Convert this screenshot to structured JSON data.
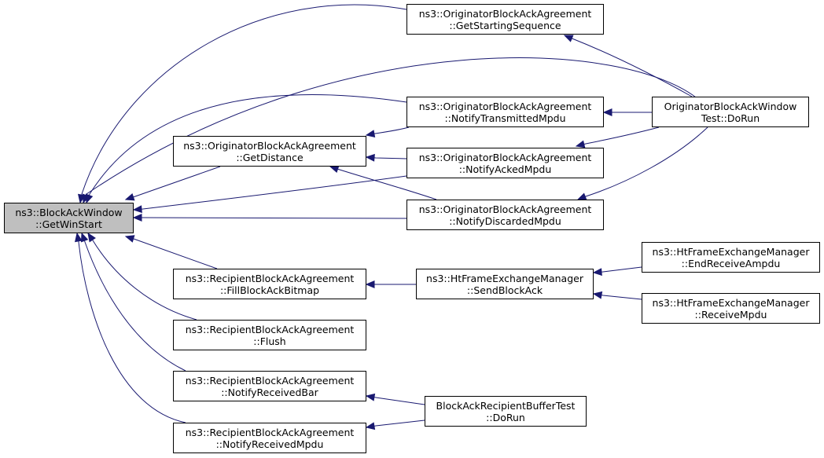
{
  "graph": {
    "nodes": [
      {
        "id": "focus",
        "lines": [
          "ns3::BlockAckWindow",
          "::GetWinStart"
        ],
        "focus": true
      },
      {
        "id": "oba_getstart",
        "lines": [
          "ns3::OriginatorBlockAckAgreement",
          "::GetStartingSequence"
        ]
      },
      {
        "id": "oba_transmitted",
        "lines": [
          "ns3::OriginatorBlockAckAgreement",
          "::NotifyTransmittedMpdu"
        ]
      },
      {
        "id": "oba_getdistance",
        "lines": [
          "ns3::OriginatorBlockAckAgreement",
          "::GetDistance"
        ]
      },
      {
        "id": "oba_acked",
        "lines": [
          "ns3::OriginatorBlockAckAgreement",
          "::NotifyAckedMpdu"
        ]
      },
      {
        "id": "oba_discarded",
        "lines": [
          "ns3::OriginatorBlockAckAgreement",
          "::NotifyDiscardedMpdu"
        ]
      },
      {
        "id": "obaw_test",
        "lines": [
          "OriginatorBlockAckWindow",
          "Test::DoRun"
        ]
      },
      {
        "id": "rba_fill",
        "lines": [
          "ns3::RecipientBlockAckAgreement",
          "::FillBlockAckBitmap"
        ]
      },
      {
        "id": "rba_flush",
        "lines": [
          "ns3::RecipientBlockAckAgreement",
          "::Flush"
        ]
      },
      {
        "id": "rba_bar",
        "lines": [
          "ns3::RecipientBlockAckAgreement",
          "::NotifyReceivedBar"
        ]
      },
      {
        "id": "rba_mpdu",
        "lines": [
          "ns3::RecipientBlockAckAgreement",
          "::NotifyReceivedMpdu"
        ]
      },
      {
        "id": "ht_sendba",
        "lines": [
          "ns3::HtFrameExchangeManager",
          "::SendBlockAck"
        ]
      },
      {
        "id": "ht_endampdu",
        "lines": [
          "ns3::HtFrameExchangeManager",
          "::EndReceiveAmpdu"
        ]
      },
      {
        "id": "ht_receivempdu",
        "lines": [
          "ns3::HtFrameExchangeManager",
          "::ReceiveMpdu"
        ]
      },
      {
        "id": "babuf_test",
        "lines": [
          "BlockAckRecipientBufferTest",
          "::DoRun"
        ]
      }
    ],
    "edges": [
      {
        "from": "oba_getstart",
        "to": "focus"
      },
      {
        "from": "obaw_test",
        "to": "focus"
      },
      {
        "from": "oba_transmitted",
        "to": "focus"
      },
      {
        "from": "oba_getdistance",
        "to": "focus"
      },
      {
        "from": "oba_acked",
        "to": "focus"
      },
      {
        "from": "oba_discarded",
        "to": "focus"
      },
      {
        "from": "rba_fill",
        "to": "focus"
      },
      {
        "from": "rba_flush",
        "to": "focus"
      },
      {
        "from": "rba_bar",
        "to": "focus"
      },
      {
        "from": "rba_mpdu",
        "to": "focus"
      },
      {
        "from": "obaw_test",
        "to": "oba_getstart"
      },
      {
        "from": "obaw_test",
        "to": "oba_transmitted"
      },
      {
        "from": "obaw_test",
        "to": "oba_acked"
      },
      {
        "from": "obaw_test",
        "to": "oba_discarded"
      },
      {
        "from": "oba_transmitted",
        "to": "oba_getdistance"
      },
      {
        "from": "oba_acked",
        "to": "oba_getdistance"
      },
      {
        "from": "oba_discarded",
        "to": "oba_getdistance"
      },
      {
        "from": "ht_sendba",
        "to": "rba_fill"
      },
      {
        "from": "ht_endampdu",
        "to": "ht_sendba"
      },
      {
        "from": "ht_receivempdu",
        "to": "ht_sendba"
      },
      {
        "from": "babuf_test",
        "to": "rba_bar"
      },
      {
        "from": "babuf_test",
        "to": "rba_mpdu"
      }
    ],
    "colors": {
      "edge": "#191970",
      "focus_fill": "#bfbfbf",
      "node_fill": "#ffffff",
      "border": "#000000"
    }
  }
}
